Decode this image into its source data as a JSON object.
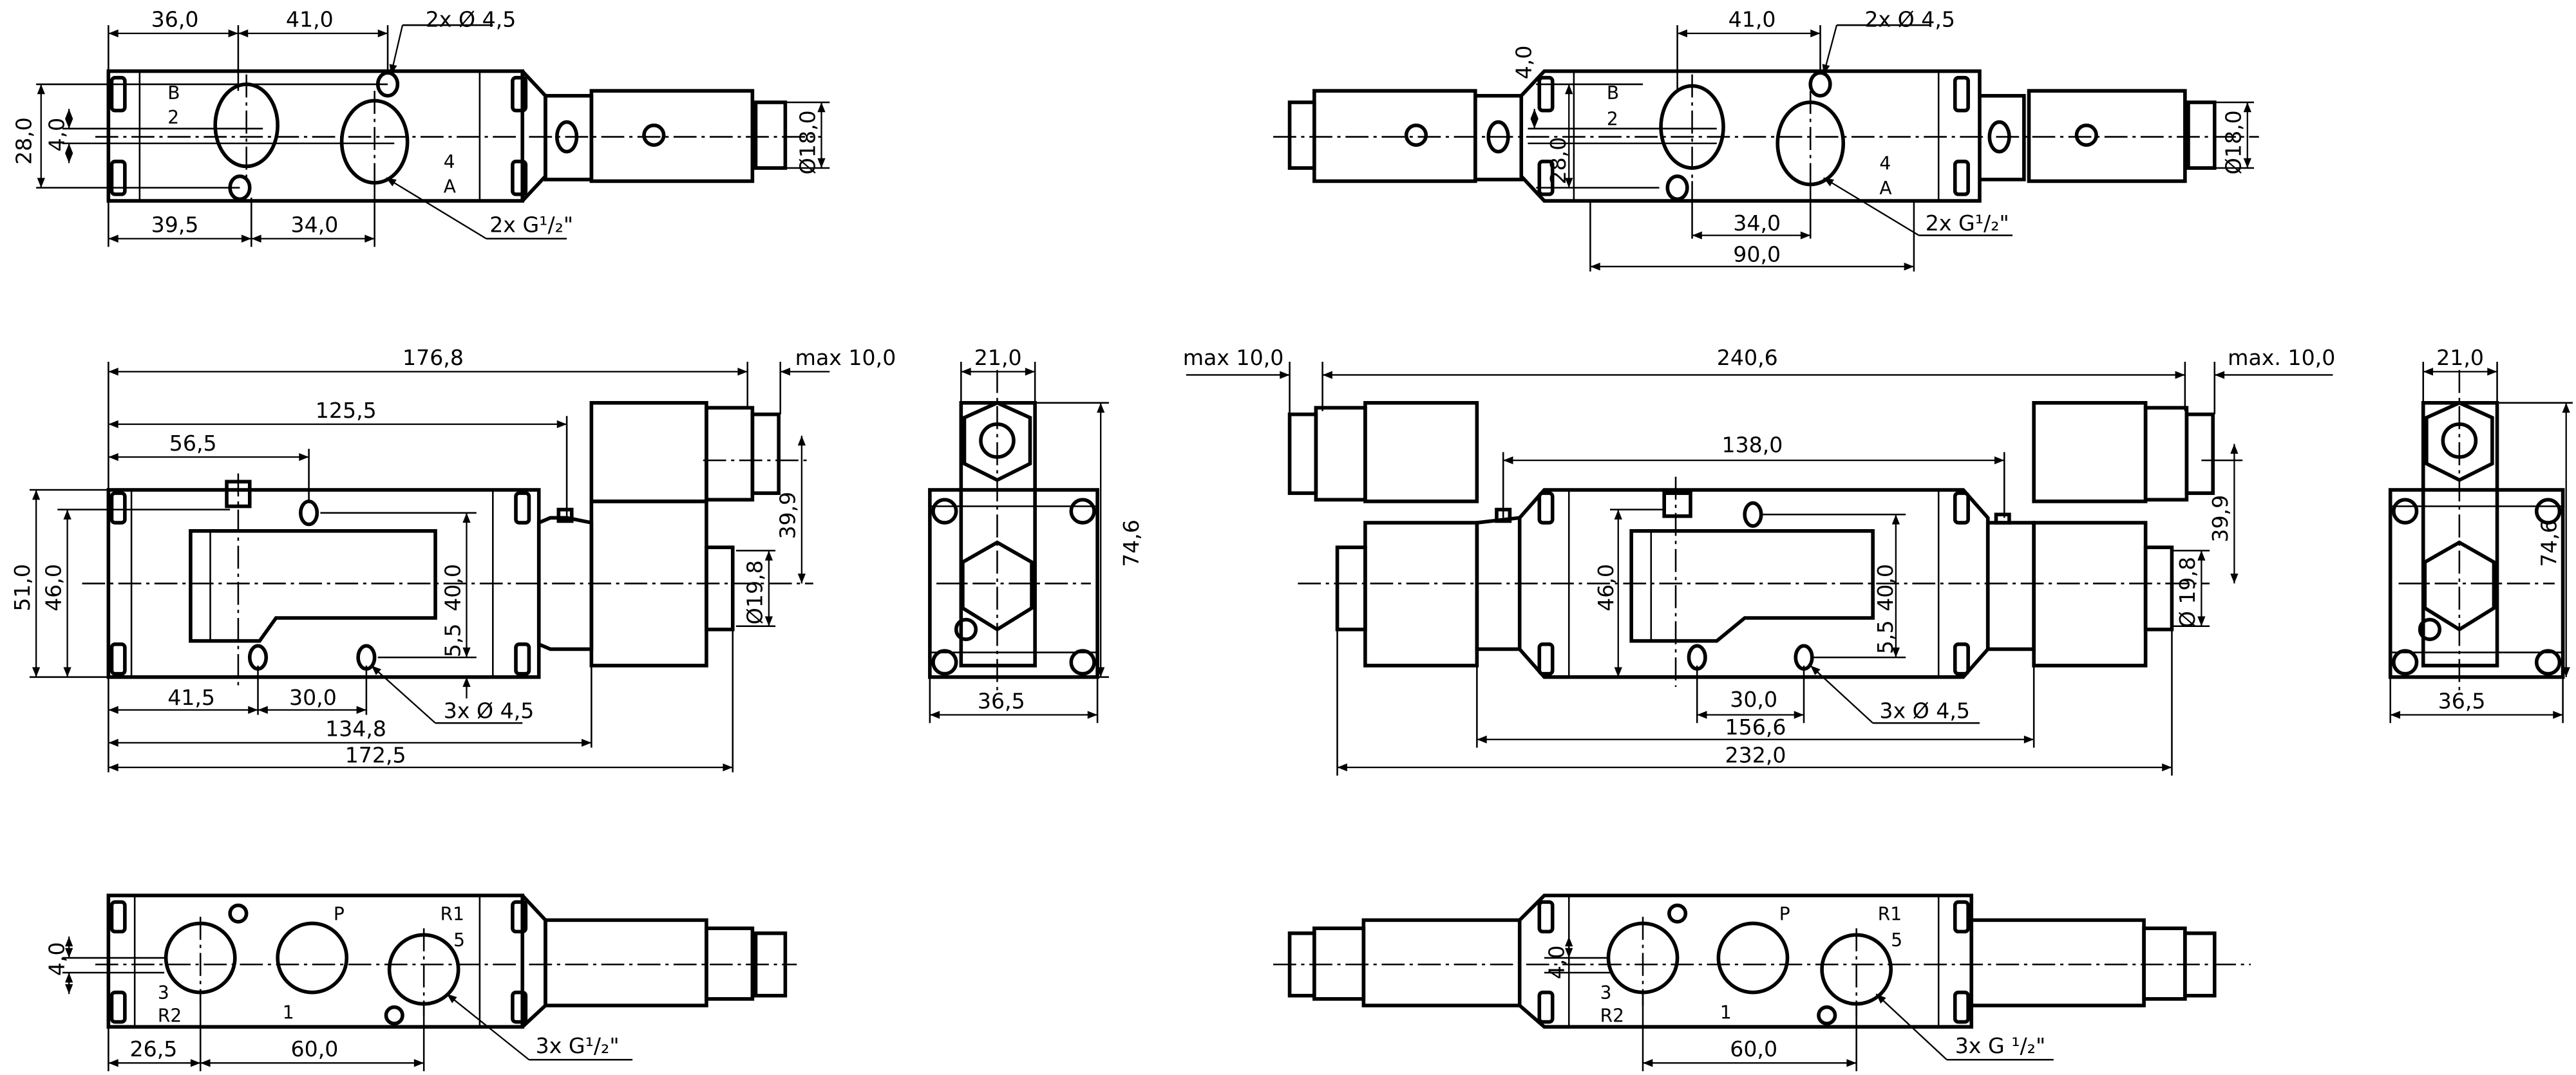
{
  "top_left_view": {
    "dim_36": "36,0",
    "dim_41": "41,0",
    "holes": "2x Ø 4,5",
    "dim_28": "28,0",
    "dim_4": "4,0",
    "port_b": "B",
    "port_2": "2",
    "port_4": "4",
    "port_a": "A",
    "dim_39_5": "39,5",
    "dim_34": "34,0",
    "threads": "2x G¹/₂\"",
    "dia_18": "Ø18,0"
  },
  "top_right_view": {
    "dim_41": "41,0",
    "holes": "2x Ø 4,5",
    "dim_4": "4,0",
    "dim_28": "28,0",
    "port_b": "B",
    "port_2": "2",
    "port_4": "4",
    "port_a": "A",
    "dim_34": "34,0",
    "threads": "2x G¹/₂\"",
    "dim_90": "90,0",
    "dia_18": "Ø18,0"
  },
  "mid_left_view": {
    "dim_176_8": "176,8",
    "max_10": "max 10,0",
    "dim_125_5": "125,5",
    "dim_56_5": "56,5",
    "dim_51": "51,0",
    "dim_46": "46,0",
    "dim_40": "40,0",
    "dim_5_5": "5,5",
    "dim_39_9": "39,9",
    "dia_19_8": "Ø19,8",
    "dim_41_5": "41,5",
    "dim_30": "30,0",
    "dim_134_8": "134,8",
    "holes": "3x Ø 4,5",
    "dim_172_5": "172,5"
  },
  "mid_left_side": {
    "dim_21": "21,0",
    "dim_74_6": "74,6",
    "dim_36_5": "36,5"
  },
  "mid_right_view": {
    "max_10_left": "max 10,0",
    "dim_240_6": "240,6",
    "max_10_right": "max. 10,0",
    "dim_138": "138,0",
    "dim_46": "46,0",
    "dim_40": "40,0",
    "dim_5_5": "5,5",
    "dim_39_9": "39,9",
    "dia_19_8": "Ø 19,8",
    "dim_30": "30,0",
    "dim_156_6": "156,6",
    "holes": "3x Ø 4,5",
    "dim_232": "232,0"
  },
  "mid_right_side": {
    "dim_21": "21,0",
    "dim_74_6": "74,6",
    "dim_36_5": "36,5"
  },
  "bottom_left_view": {
    "port_p": "P",
    "port_r1": "R1",
    "port_5": "5",
    "port_3": "3",
    "port_r2": "R2",
    "port_1": "1",
    "dim_4": "4,0",
    "dim_26_5": "26,5",
    "dim_60": "60,0",
    "threads": "3x G¹/₂\""
  },
  "bottom_right_view": {
    "port_p": "P",
    "port_r1": "R1",
    "port_5": "5",
    "port_3": "3",
    "port_r2": "R2",
    "port_1": "1",
    "dim_4": "4,0",
    "dim_60": "60,0",
    "threads": "3x G ¹/₂\""
  }
}
